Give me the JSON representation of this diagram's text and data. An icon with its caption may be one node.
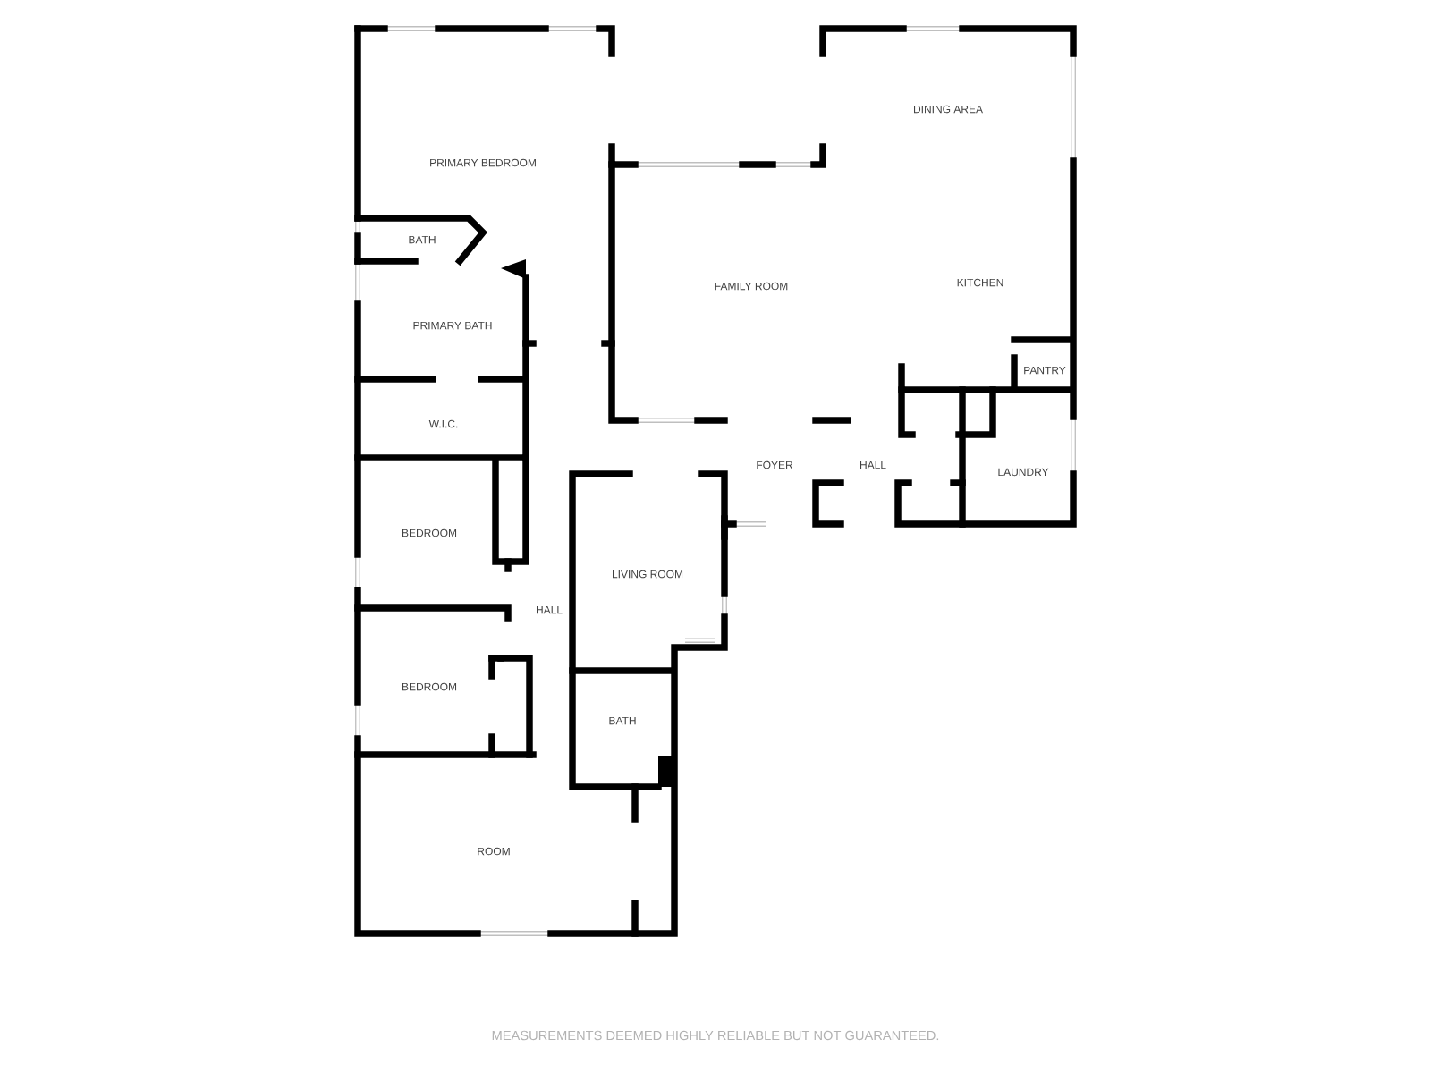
{
  "diagram": {
    "labels": [
      "PRIMARY BEDROOM",
      "BATH",
      "PRIMARY BATH",
      "W.I.C.",
      "BEDROOM",
      "HALL",
      "BEDROOM",
      "ROOM",
      "LIVING ROOM",
      "BATH",
      "FAMILY ROOM",
      "DINING AREA",
      "KITCHEN",
      "PANTRY",
      "FOYER",
      "HALL",
      "LAUNDRY",
      "MEASUREMENTS DEEMED HIGHLY RELIABLE BUT NOT GUARANTEED."
    ]
  }
}
